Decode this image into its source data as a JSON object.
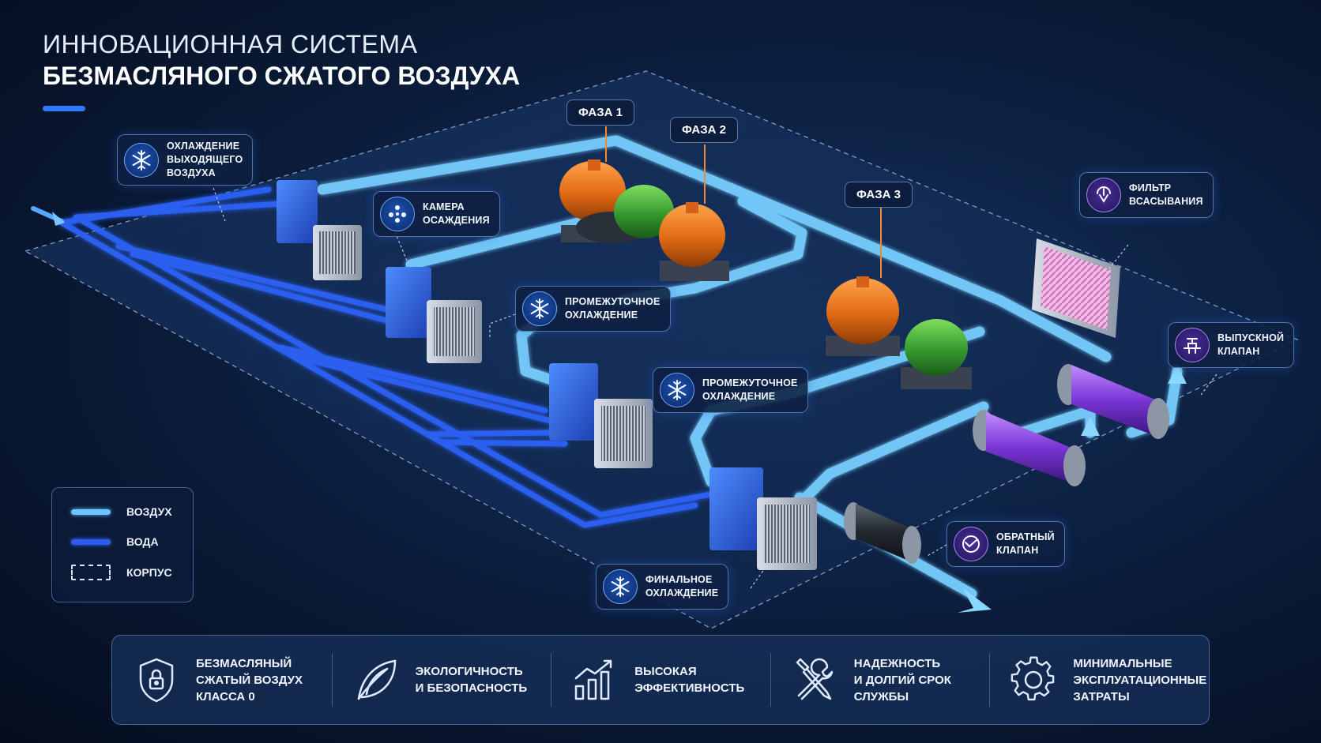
{
  "title": {
    "line1": "ИННОВАЦИОННАЯ СИСТЕМА",
    "line2": "БЕЗМАСЛЯНОГО СЖАТОГО ВОЗДУХА"
  },
  "phases": [
    "ФАЗА 1",
    "ФАЗА 2",
    "ФАЗА 3"
  ],
  "callouts": {
    "exhaust_cooling": [
      "ОХЛАЖДЕНИЕ",
      "ВЫХОДЯЩЕГО",
      "ВОЗДУХА"
    ],
    "settling_chamber": [
      "КАМЕРА",
      "ОСАЖДЕНИЯ"
    ],
    "intercooling_1": [
      "ПРОМЕЖУТОЧНОЕ",
      "ОХЛАЖДЕНИЕ"
    ],
    "intercooling_2": [
      "ПРОМЕЖУТОЧНОЕ",
      "ОХЛАЖДЕНИЕ"
    ],
    "final_cooling": [
      "ФИНАЛЬНОЕ",
      "ОХЛАЖДЕНИЕ"
    ],
    "intake_filter": [
      "ФИЛЬТР",
      "ВСАСЫВАНИЯ"
    ],
    "discharge_valve": [
      "ВЫПУСКНОЙ",
      "КЛАПАН"
    ],
    "check_valve": [
      "ОБРАТНЫЙ",
      "КЛАПАН"
    ]
  },
  "legend": {
    "air": "ВОЗДУХ",
    "water": "ВОДА",
    "housing": "КОРПУС",
    "air_color": "#6cc6ff",
    "water_color": "#2b5cf0"
  },
  "features": [
    {
      "icon": "shield-lock-icon",
      "lines": [
        "БЕЗМАСЛЯНЫЙ",
        "СЖАТЫЙ ВОЗДУХ",
        "КЛАССА 0"
      ]
    },
    {
      "icon": "leaf-icon",
      "lines": [
        "ЭКОЛОГИЧНОСТЬ",
        "И БЕЗОПАСНОСТЬ"
      ]
    },
    {
      "icon": "growth-chart-icon",
      "lines": [
        "ВЫСОКАЯ",
        "ЭФФЕКТИВНОСТЬ"
      ]
    },
    {
      "icon": "tools-icon",
      "lines": [
        "НАДЕЖНОСТЬ",
        "И ДОЛГИЙ СРОК",
        "СЛУЖБЫ"
      ]
    },
    {
      "icon": "gear-icon",
      "lines": [
        "МИНИМАЛЬНЫЕ",
        "ЭКСПЛУАТАЦИОННЫЕ",
        "ЗАТРАТЫ"
      ]
    }
  ],
  "colors": {
    "accent": "#2e7bff",
    "motor_orange": "#e8731f",
    "motor_green": "#3fa43a",
    "filter_pink": "#e79ad6",
    "valve_purple": "#7b3fd6"
  }
}
